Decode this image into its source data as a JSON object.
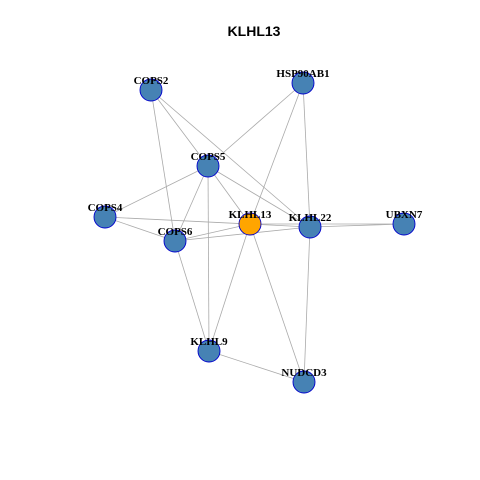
{
  "title": "KLHL13",
  "colors": {
    "node_fill": "#4682b4",
    "node_stroke": "#0000cd",
    "center_fill": "#ffa500",
    "edge": "#aaaaaa"
  },
  "nodes": [
    {
      "id": "COPS2",
      "label": "COPS2",
      "center": false
    },
    {
      "id": "HSP90AB1",
      "label": "HSP90AB1",
      "center": false
    },
    {
      "id": "COPS5",
      "label": "COPS5",
      "center": false
    },
    {
      "id": "COPS4",
      "label": "COPS4",
      "center": false
    },
    {
      "id": "KLHL13",
      "label": "KLHL13",
      "center": true
    },
    {
      "id": "KLHL22",
      "label": "KLHL22",
      "center": false
    },
    {
      "id": "UBXN7",
      "label": "UBXN7",
      "center": false
    },
    {
      "id": "COPS6",
      "label": "COPS6",
      "center": false
    },
    {
      "id": "KLHL9",
      "label": "KLHL9",
      "center": false
    },
    {
      "id": "NUDCD3",
      "label": "NUDCD3",
      "center": false
    }
  ],
  "edges": [
    [
      "COPS2",
      "COPS5"
    ],
    [
      "COPS2",
      "COPS6"
    ],
    [
      "COPS2",
      "KLHL22"
    ],
    [
      "HSP90AB1",
      "COPS5"
    ],
    [
      "HSP90AB1",
      "KLHL13"
    ],
    [
      "HSP90AB1",
      "KLHL22"
    ],
    [
      "COPS5",
      "COPS4"
    ],
    [
      "COPS5",
      "COPS6"
    ],
    [
      "COPS5",
      "KLHL13"
    ],
    [
      "COPS5",
      "KLHL22"
    ],
    [
      "COPS5",
      "KLHL9"
    ],
    [
      "COPS4",
      "COPS6"
    ],
    [
      "COPS4",
      "KLHL22"
    ],
    [
      "COPS6",
      "KLHL13"
    ],
    [
      "COPS6",
      "KLHL22"
    ],
    [
      "COPS6",
      "KLHL9"
    ],
    [
      "KLHL13",
      "UBXN7"
    ],
    [
      "KLHL13",
      "KLHL9"
    ],
    [
      "KLHL13",
      "NUDCD3"
    ],
    [
      "KLHL22",
      "UBXN7"
    ],
    [
      "KLHL22",
      "NUDCD3"
    ],
    [
      "KLHL9",
      "NUDCD3"
    ]
  ]
}
